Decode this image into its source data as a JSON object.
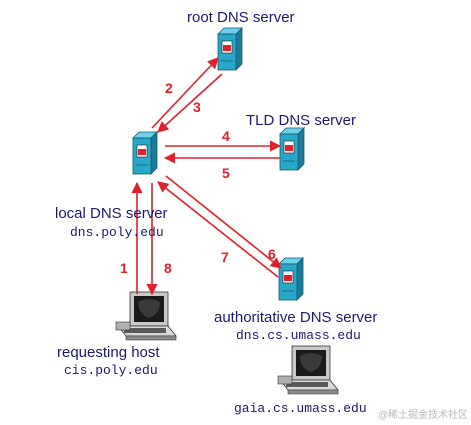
{
  "nodes": {
    "root": {
      "label": "root DNS server"
    },
    "tld": {
      "label": "TLD DNS server"
    },
    "local": {
      "label": "local DNS server",
      "host": "dns.poly.edu"
    },
    "authoritative": {
      "label": "authoritative DNS server",
      "host": "dns.cs.umass.edu"
    },
    "requesting": {
      "label": "requesting host",
      "host": "cis.poly.edu"
    },
    "target": {
      "host": "gaia.cs.umass.edu"
    }
  },
  "steps": [
    "1",
    "2",
    "3",
    "4",
    "5",
    "6",
    "7",
    "8"
  ],
  "watermark": "@稀土掘金技术社区",
  "colors": {
    "arrow": "#e0202a",
    "label": "#1a1a70",
    "server_body": "#28a8c8",
    "server_slot": "#e0202a"
  }
}
